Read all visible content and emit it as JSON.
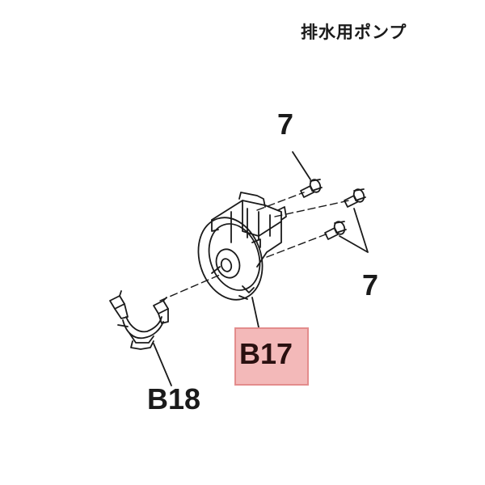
{
  "title": "排水用ポンプ",
  "callouts": {
    "screw_top": "7",
    "screw_side": "7",
    "pump": "B17",
    "harness": "B18"
  },
  "colors": {
    "line": "#1a1a1a",
    "highlight_fill": "#f3b9b9",
    "highlight_border": "#e38c8c"
  }
}
